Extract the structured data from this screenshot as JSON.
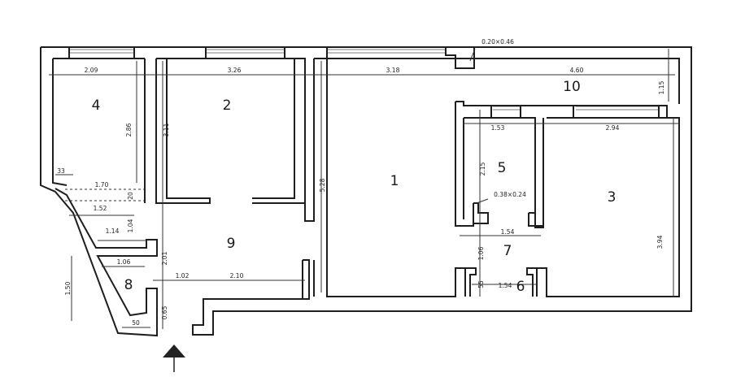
{
  "rooms": [
    "1",
    "2",
    "3",
    "4",
    "5",
    "6",
    "7",
    "8",
    "9",
    "10"
  ],
  "dimensions": {
    "d209": "2.09",
    "d326": "3.26",
    "d318": "3.18",
    "d460": "4.60",
    "d020": "0.20×0.46",
    "d115": "1.15",
    "d153": "1.53",
    "d294": "2.94",
    "d286": "2.86",
    "d311": "3.11",
    "d528": "5.28",
    "d215": "2.15",
    "d038": "0.38×0.24",
    "d33": "33",
    "d170": "1.70",
    "d20": "20",
    "d152": "1.52",
    "d104": "1.04",
    "d114": "1.14",
    "d106": "1.06",
    "d150": "1.50",
    "d201": "2.01",
    "d102": "1.02",
    "d210": "2.10",
    "d065": "0.65",
    "d50": "50",
    "d154a": "1.54",
    "d106b": "1.06",
    "d55": "55",
    "d154b": "1.54",
    "d394": "3.94"
  },
  "entrance_icon": "arrow-up-icon",
  "colors": {
    "ink": "#1e1e1e",
    "paper": "#ffffff"
  }
}
